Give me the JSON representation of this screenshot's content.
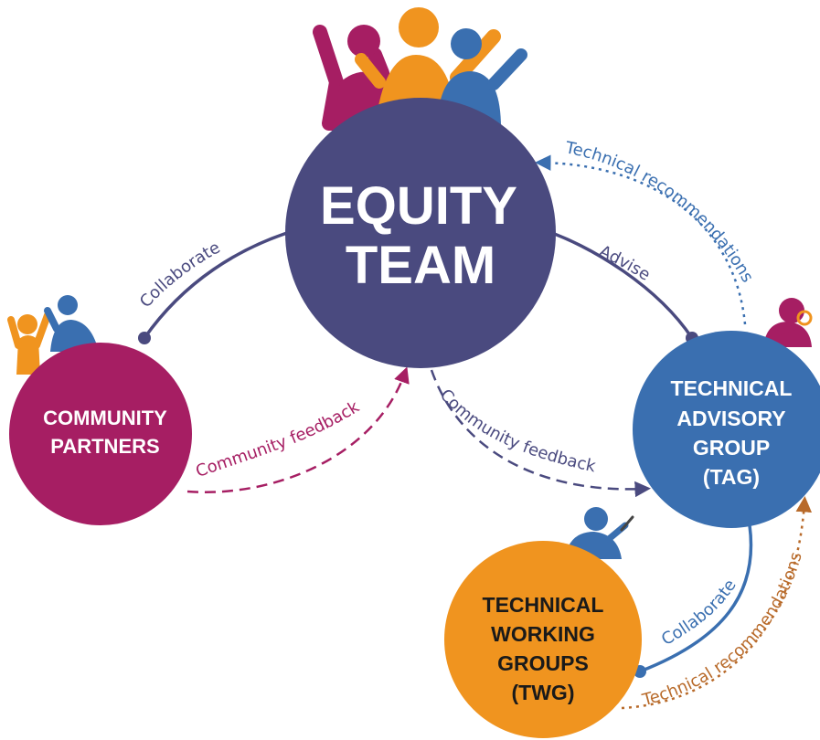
{
  "colors": {
    "equity": "#4a4a7f",
    "community": "#a61e63",
    "tag": "#3a6fb0",
    "twg": "#f0941f",
    "connector": "#4a4a7f",
    "community_arrow": "#a61e63",
    "feedback_arrow": "#4a4a7f",
    "tag_arrow": "#3a6fb0",
    "twg_arrow": "#b86a2a",
    "collab_tag_twg": "#3a6fb0",
    "skin_dark": "#5a2a1a"
  },
  "nodes": {
    "equity": {
      "line1": "EQUITY",
      "line2": "TEAM"
    },
    "community": {
      "line1": "COMMUNITY",
      "line2": "PARTNERS"
    },
    "tag": {
      "line1": "TECHNICAL",
      "line2": "ADVISORY",
      "line3": "GROUP",
      "line4": "(TAG)"
    },
    "twg": {
      "line1": "TECHNICAL",
      "line2": "WORKING",
      "line3": "GROUPS",
      "line4": "(TWG)"
    }
  },
  "edges": {
    "collaborate_community": "Collaborate",
    "advise": "Advise",
    "community_feedback_left": "Community feedback",
    "community_feedback_right": "Community feedback",
    "technical_recommendations_top": "Technical recommendations",
    "collaborate_twg": "Collaborate",
    "technical_recommendations_bottom": "Technical recommendations"
  },
  "icons": {
    "equity_people": "people-cheering-icon",
    "community_people": "people-high-five-icon",
    "tag_person": "person-magnifying-glass-icon",
    "twg_person": "person-writing-icon"
  }
}
